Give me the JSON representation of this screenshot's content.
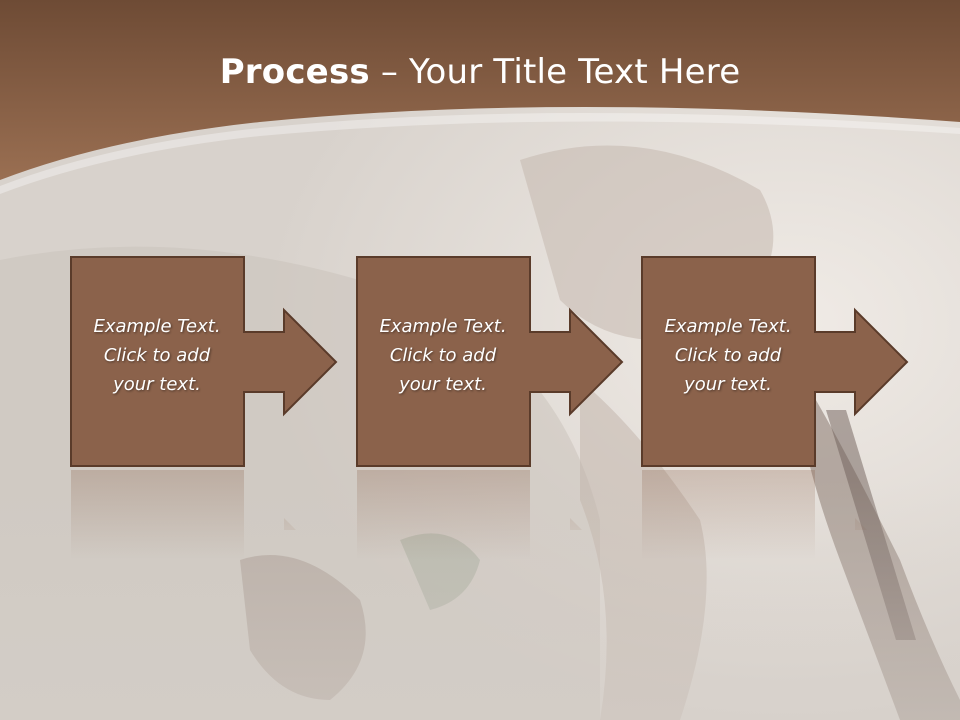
{
  "slide": {
    "title_bold": "Process",
    "title_rest": " – Your Title Text Here"
  },
  "steps": [
    {
      "lines": [
        "Example Text.",
        "Click  to add",
        "your text."
      ]
    },
    {
      "lines": [
        "Example Text.",
        "Click  to add",
        "your text."
      ]
    },
    {
      "lines": [
        "Example Text.",
        "Click  to add",
        "your text."
      ]
    }
  ],
  "colors": {
    "header": "#8a6248",
    "box_fill": "#8b624b",
    "box_stroke": "#5a3b2a",
    "background": "#d9d4cf"
  }
}
